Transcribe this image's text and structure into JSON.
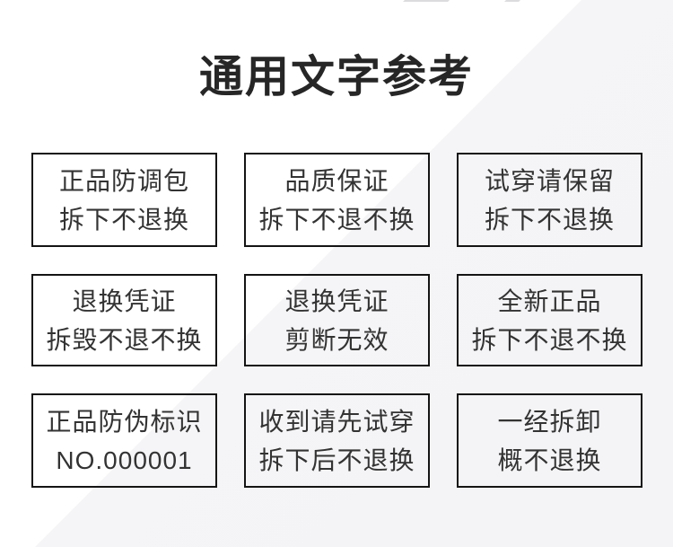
{
  "page": {
    "title": "通用文字参考"
  },
  "theme": {
    "background": "#ffffff",
    "diagonal_fill": "#f5f5f7",
    "box_border": "#141414",
    "box_text": "#333333",
    "title_color": "#262626"
  },
  "labels": [
    {
      "line1": "正品防调包",
      "line2": "拆下不退换"
    },
    {
      "line1": "品质保证",
      "line2": "拆下不退不换"
    },
    {
      "line1": "试穿请保留",
      "line2": "拆下不退换"
    },
    {
      "line1": "退换凭证",
      "line2": "拆毁不退不换"
    },
    {
      "line1": "退换凭证",
      "line2": "剪断无效"
    },
    {
      "line1": "全新正品",
      "line2": "拆下不退不换"
    },
    {
      "line1": "正品防伪标识",
      "line2": "NO.000001"
    },
    {
      "line1": "收到请先试穿",
      "line2": "拆下后不退换"
    },
    {
      "line1": "一经拆卸",
      "line2": "概不退换"
    }
  ]
}
